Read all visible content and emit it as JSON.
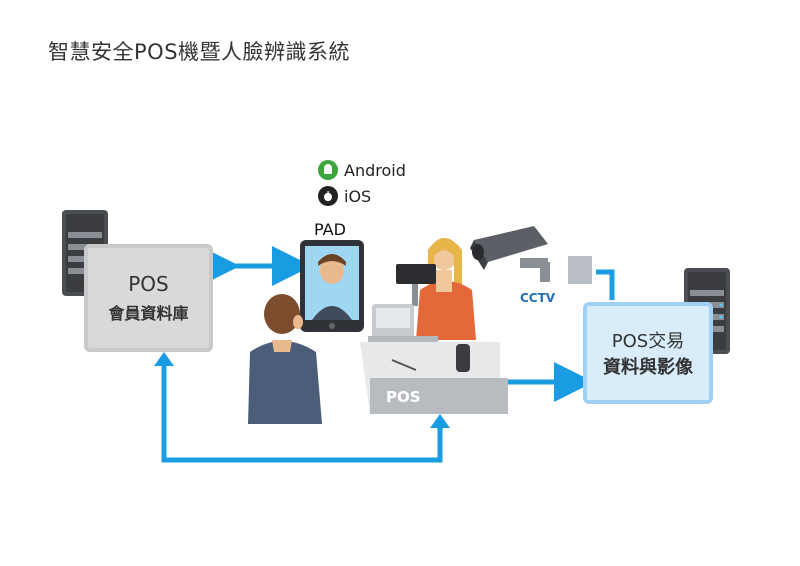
{
  "title": "智慧安全POS機暨人臉辨識系統",
  "platforms": [
    {
      "icon": "android-icon",
      "label": "Android"
    },
    {
      "icon": "apple-icon",
      "label": "iOS"
    }
  ],
  "pad_label": "PAD",
  "cctv_label": "CCTV",
  "pos_label": "POS",
  "member_db": {
    "line1": "POS",
    "line2": "會員資料庫"
  },
  "transaction_store": {
    "line1": "POS交易",
    "line2": "資料與影像"
  },
  "colors": {
    "arrow": "#1a9ce3",
    "member_box": "#d9d9d9",
    "transaction_box": "#d8ecfa"
  }
}
